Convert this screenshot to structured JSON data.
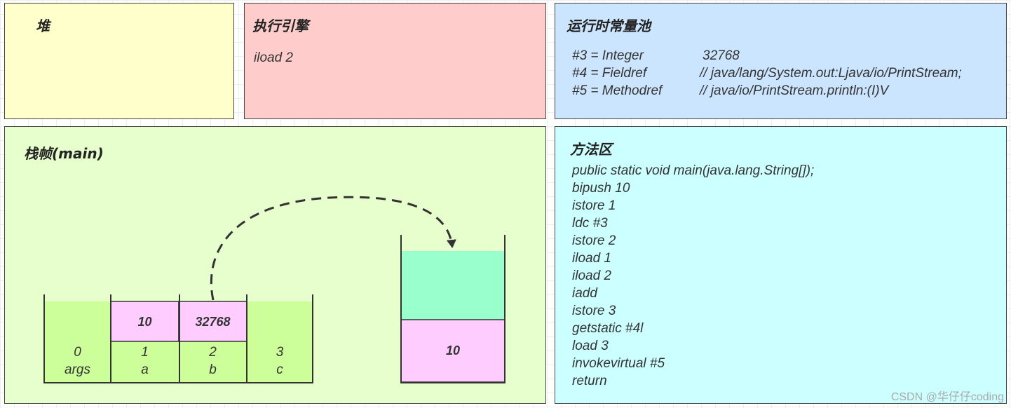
{
  "heap": {
    "title": "堆"
  },
  "engine": {
    "title": "执行引擎",
    "instruction": "iload 2"
  },
  "pool": {
    "title": "运行时常量池",
    "rows": [
      {
        "ref": "#3 = Integer",
        "value": "32768"
      },
      {
        "ref": "#4 = Fieldref",
        "value": "// java/lang/System.out:Ljava/io/PrintStream;"
      },
      {
        "ref": "#5 = Methodref",
        "value": "// java/io/PrintStream.println:(I)V"
      }
    ]
  },
  "frame": {
    "title": "栈帧(main)",
    "locals": [
      {
        "index": "0",
        "name": "args",
        "value": ""
      },
      {
        "index": "1",
        "name": "a",
        "value": "10"
      },
      {
        "index": "2",
        "name": "b",
        "value": "32768"
      },
      {
        "index": "3",
        "name": "c",
        "value": ""
      }
    ],
    "operand_stack": [
      "10"
    ]
  },
  "method": {
    "title": "方法区",
    "lines": [
      "public static void main(java.lang.String[]);",
      "bipush 10",
      "istore 1",
      "ldc #3",
      "istore 2",
      "iload 1",
      "iload 2",
      "iadd",
      "istore 3",
      "getstatic #4l",
      "load 3",
      "invokevirtual #5",
      "return"
    ]
  },
  "colors": {
    "heap": "#ffffcc",
    "engine": "#ffcccc",
    "pool": "#cce5ff",
    "frame": "#e6ffcc",
    "method": "#ccffff",
    "locals_fill": "#ccff99",
    "value_fill": "#ffccff",
    "stack_fill": "#99ffcc"
  },
  "watermark": "CSDN @华仔仔coding"
}
